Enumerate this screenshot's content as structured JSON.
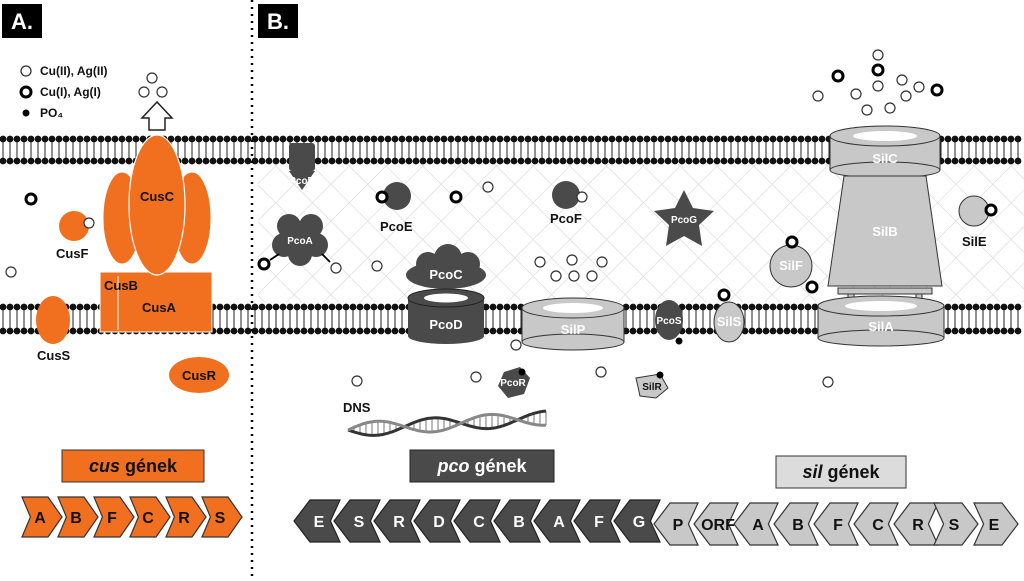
{
  "panels": {
    "a": "A.",
    "b": "B."
  },
  "legend": {
    "items": [
      {
        "symbol": "open-circle",
        "text": "Cu(II), Ag(II)"
      },
      {
        "symbol": "bold-circle",
        "text": "Cu(I), Ag(I)"
      },
      {
        "symbol": "dot",
        "text": "PO₄"
      }
    ]
  },
  "proteins": {
    "cusC": "CusC",
    "cusF": "CusF",
    "cusB": "CusB",
    "cusA": "CusA",
    "cusS": "CusS",
    "cusR": "CusR",
    "pcoB": "PcoB",
    "pcoA": "PcoA",
    "pcoE": "PcoE",
    "pcoF": "PcoF",
    "pcoG": "PcoG",
    "pcoC": "PcoC",
    "pcoD": "PcoD",
    "pcoS": "PcoS",
    "pcoR": "PcoR",
    "silP": "SilP",
    "silS": "SilS",
    "silR": "SilR",
    "silC": "SilC",
    "silB": "SilB",
    "silE": "SilE",
    "silF": "SilF",
    "silA": "SilA"
  },
  "dns": "DNS",
  "gene_groups": {
    "cus": {
      "italic": "cus",
      "rest": " gének",
      "genes": [
        "A",
        "B",
        "F",
        "C",
        "R",
        "S"
      ]
    },
    "pco": {
      "italic": "pco",
      "rest": " gének",
      "genes": [
        "E",
        "S",
        "R",
        "D",
        "C",
        "B",
        "A",
        "F",
        "G"
      ]
    },
    "sil": {
      "italic": "sil",
      "rest": " gének",
      "genes": [
        "P",
        "ORF",
        "A",
        "B",
        "F",
        "C",
        "R",
        "S",
        "E"
      ]
    }
  },
  "colors": {
    "cus": "#f07020",
    "pco": "#4a4a4a",
    "sil": "#c8c8c8"
  }
}
